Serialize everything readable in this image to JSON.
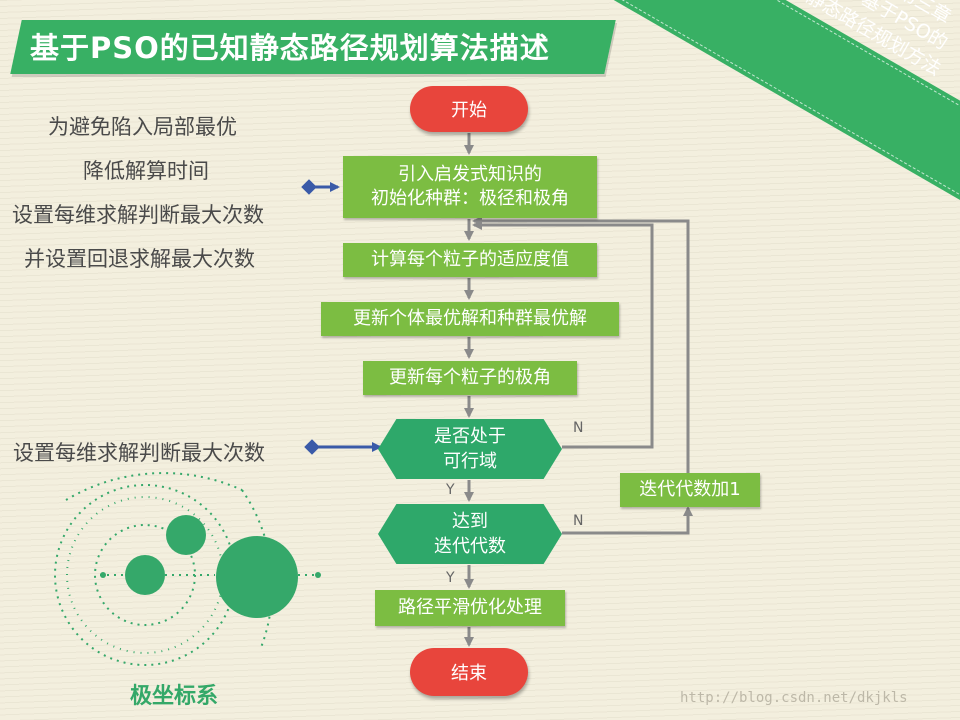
{
  "title": "基于PSO的已知静态路径规划算法描述",
  "corner": {
    "line1": "第三章",
    "line2": "基于PSO的",
    "line3": "已知静态路径规划方法"
  },
  "left_notes": {
    "note1": "为避免陷入局部最优",
    "note2": "降低解算时间",
    "note3": "设置每维求解判断最大次数",
    "note4": "并设置回退求解最大次数",
    "note5": "设置每维求解判断最大次数"
  },
  "flow": {
    "start": "开始",
    "init_line1": "引入启发式知识的",
    "init_line2": "初始化种群：极径和极角",
    "fitness": "计算每个粒子的适应度值",
    "update_best": "更新个体最优解和种群最优解",
    "update_angle": "更新每个粒子的极角",
    "feasible_line1": "是否处于",
    "feasible_line2": "可行域",
    "reach_line1": "达到",
    "reach_line2": "迭代代数",
    "smooth": "路径平滑优化处理",
    "iter_add": "迭代代数加1",
    "end": "结束",
    "label_n1": "N",
    "label_y1": "Y",
    "label_n2": "N",
    "label_y2": "Y"
  },
  "polar_label": "极坐标系",
  "watermark": "http://blog.csdn.net/dkjkls",
  "colors": {
    "green_box": "#7cbd42",
    "hex_green": "#2ea86a",
    "pill_red": "#e8453c",
    "banner_green": "#38b064",
    "connector_blue": "#3a5aa8",
    "arrow_gray": "#8a8a8a"
  }
}
